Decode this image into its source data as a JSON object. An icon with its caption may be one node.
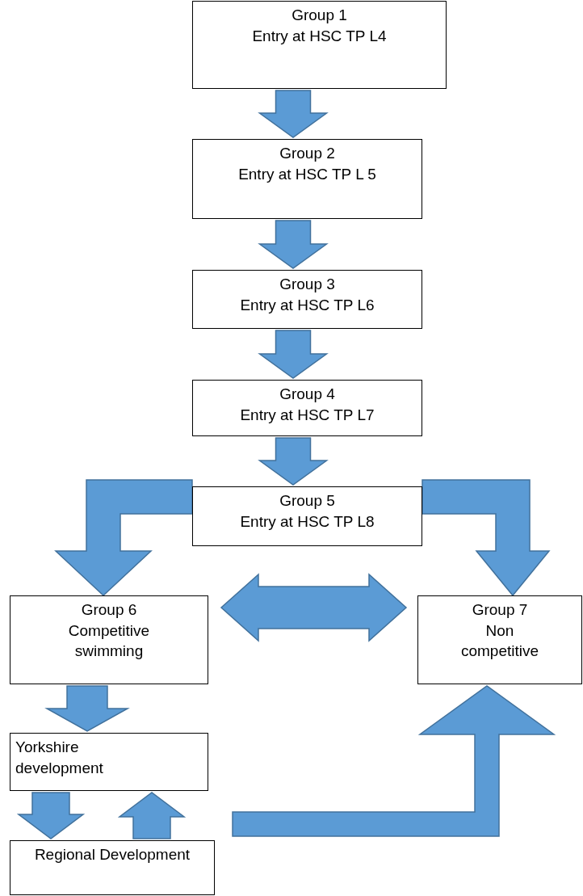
{
  "diagram": {
    "nodes": [
      {
        "text": [
          "Group 1",
          "Entry at HSC TP L4"
        ]
      },
      {
        "text": [
          "Group 2",
          "Entry at HSC TP L 5"
        ]
      },
      {
        "text": [
          "Group 3",
          "Entry at HSC TP L6"
        ]
      },
      {
        "text": [
          "Group 4",
          "Entry at HSC TP L7"
        ]
      },
      {
        "text": [
          "Group 5",
          "Entry at HSC TP L8"
        ]
      },
      {
        "text": [
          "Group 6",
          "Competitive swimming"
        ]
      },
      {
        "text": [
          "Group 7",
          "Non competitive"
        ]
      },
      {
        "text": [
          "Yorkshire development"
        ]
      },
      {
        "text": [
          "Regional Development"
        ]
      }
    ],
    "edges": [
      {
        "from": 0,
        "to": 1,
        "arrow": "to"
      },
      {
        "from": 1,
        "to": 2,
        "arrow": "to"
      },
      {
        "from": 2,
        "to": 3,
        "arrow": "to"
      },
      {
        "from": 3,
        "to": 4,
        "arrow": "to"
      },
      {
        "from": 4,
        "to": 5,
        "arrow": "to"
      },
      {
        "from": 4,
        "to": 6,
        "arrow": "to"
      },
      {
        "from": 5,
        "to": 6,
        "arrow": "both"
      },
      {
        "from": 5,
        "to": 7,
        "arrow": "to"
      },
      {
        "from": 7,
        "to": 8,
        "arrow": "to"
      },
      {
        "from": 8,
        "to": 7,
        "arrow": "to"
      },
      {
        "from": null,
        "to": 6,
        "arrow": "to"
      }
    ]
  }
}
